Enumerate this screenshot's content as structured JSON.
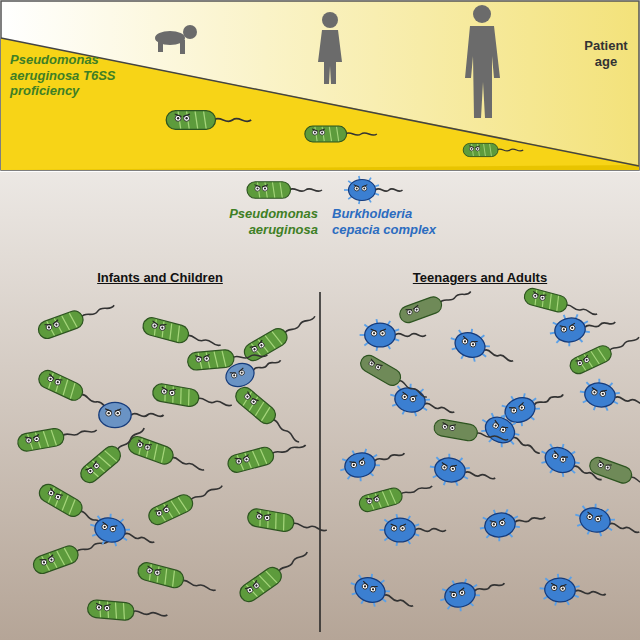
{
  "diagram": {
    "nodes": [
      {
        "text": [
          "Pseudomonas aeruginosa T6SS proficiency",
          "Patient age"
        ]
      }
    ],
    "labels": [
      "Pseudomonas aeruginosa",
      "Burkholderia cepacia complex",
      "Infants and Children",
      "Teenagers and Adults"
    ]
  }
}
